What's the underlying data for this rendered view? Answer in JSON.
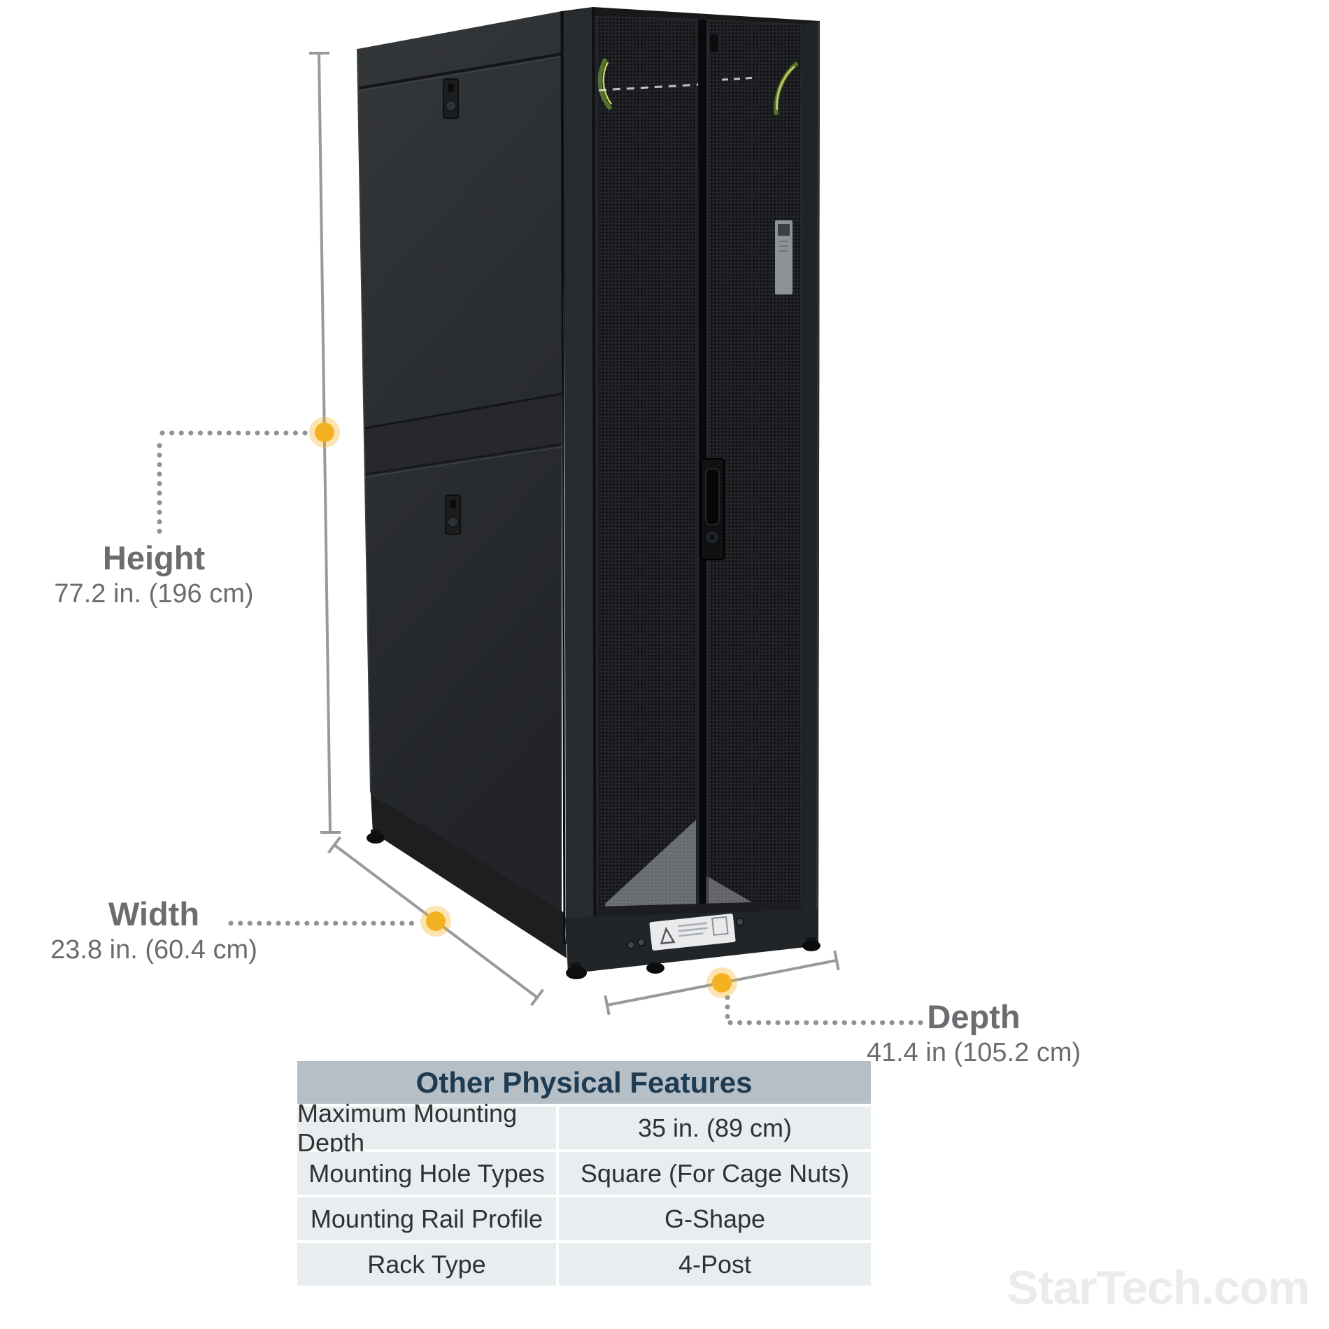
{
  "page": {
    "background": "#ffffff"
  },
  "dimensions": {
    "height": {
      "label": "Height",
      "value": "77.2 in. (196 cm)"
    },
    "width": {
      "label": "Width",
      "value": "23.8 in. (60.4 cm)"
    },
    "depth": {
      "label": "Depth",
      "value": "41.4 in (105.2 cm)"
    }
  },
  "annotation_style": {
    "marker_dot_color": "#F4B223",
    "marker_halo_color": "#F8D57E",
    "measure_line_color": "#97999b",
    "dotted_line_color": "#8f9295",
    "text_color": "#6a6c6f"
  },
  "table": {
    "title": "Other Physical Features",
    "header_bg": "#b6bec6",
    "header_text_color": "#1d3b52",
    "row_bg": "#e8edf0",
    "rows": [
      {
        "label": "Maximum Mounting Depth",
        "value": "35 in. (89 cm)"
      },
      {
        "label": "Mounting Hole Types",
        "value": "Square (For Cage Nuts)"
      },
      {
        "label": "Mounting Rail Profile",
        "value": "G-Shape"
      },
      {
        "label": "Rack Type",
        "value": "4-Post"
      }
    ]
  },
  "watermark": {
    "text": "StarTech.com",
    "color": "#eaebec"
  }
}
